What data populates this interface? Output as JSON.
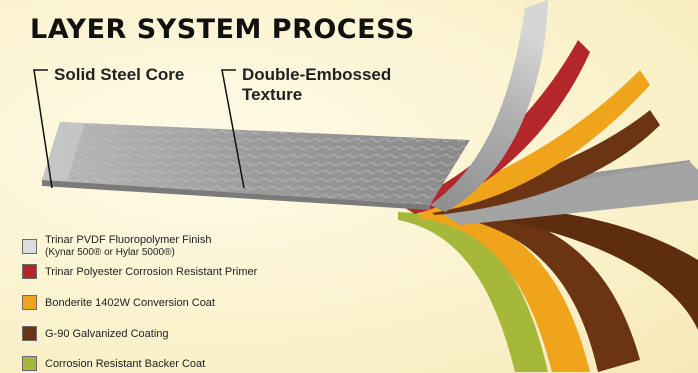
{
  "title": "LAYER SYSTEM PROCESS",
  "callouts": {
    "core": "Solid Steel Core",
    "texture_line1": "Double-Embossed",
    "texture_line2": "Texture"
  },
  "legend": [
    {
      "line1": "Trinar PVDF Fluoropolymer Finish",
      "line2": "(Kynar 500® or Hylar 5000®)",
      "color": "#dcdcdc"
    },
    {
      "line1": "Trinar Polyester Corrosion Resistant Primer",
      "color": "#b3262a"
    },
    {
      "line1": "Bonderite 1402W Conversion Coat",
      "color": "#f0a41c"
    },
    {
      "line1": "G-90 Galvanized Coating",
      "color": "#6b3412"
    },
    {
      "line1": "Corrosion Resistant Backer Coat",
      "color": "#a6b83a"
    }
  ],
  "colors": {
    "steel": "#9a9a9a",
    "steel_light": "#c8c8c8",
    "primer": "#b3262a",
    "conversion": "#f0a41c",
    "galvanized": "#6b3412",
    "backer": "#a6b83a"
  }
}
